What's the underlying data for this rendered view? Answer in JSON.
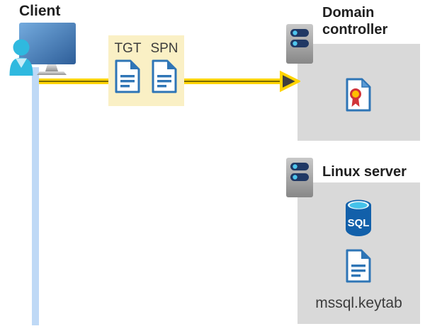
{
  "client": {
    "title": "Client"
  },
  "ticket_box": {
    "items": [
      {
        "label": "TGT"
      },
      {
        "label": "SPN"
      }
    ]
  },
  "domain_controller": {
    "title": "Domain controller"
  },
  "linux_server": {
    "title": "Linux server",
    "sql_icon_label": "SQL",
    "keytab_label": "mssql.keytab"
  },
  "colors": {
    "title-color": "#1f1f1f",
    "label-color": "#3c3c3c",
    "ticket-box-bg": "#faf0c5",
    "panel-gray": "#d9d9d9",
    "line-blue": "#bfd9f6",
    "arrow-yellow": "#ffd400",
    "arrow-dark": "#7a6a00",
    "arrowhead-fill": "#3f3f3f",
    "doc-blue": "#2e75b6",
    "cert-fold-blue": "#5b9bd5",
    "cert-gold": "#ffc000",
    "cert-red": "#d13438",
    "server-bar-navy": "#203864",
    "server-dot-cyan": "#4ec6ee",
    "sql-body-blue": "#1260aa",
    "sql-top-cyan": "#45c2ea",
    "monitor-blue-light": "#74abde",
    "monitor-blue-dark": "#2e5e99",
    "person-cyan": "#2fb9df"
  }
}
